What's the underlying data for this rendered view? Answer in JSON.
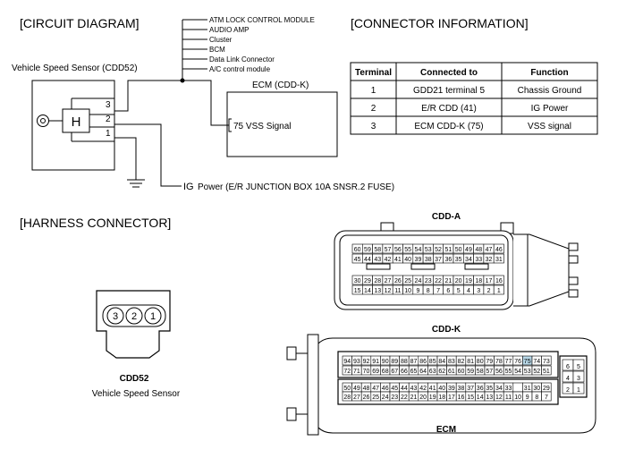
{
  "sections": {
    "circuit_diagram": "[CIRCUIT DIAGRAM]",
    "connector_information": "[CONNECTOR INFORMATION]",
    "harness_connector": "[HARNESS CONNECTOR]"
  },
  "circuit": {
    "sensor_label": "Vehicle Speed Sensor (CDD52)",
    "sensor_symbol": "H",
    "sensor_pins": [
      "3",
      "2",
      "1"
    ],
    "ecm_label": "ECM (CDD-K)",
    "ecm_pin_label": "75 VSS Signal",
    "branch_modules": [
      "ATM LOCK CONTROL MODULE",
      "AUDIO AMP",
      "Cluster",
      "BCM",
      "Data Link Connector",
      "A/C control module"
    ],
    "ig_prefix": "IG",
    "ig_power": "Power (E/R JUNCTION BOX 10A SNSR.2 FUSE)"
  },
  "connector_table": {
    "headers": [
      "Terminal",
      "Connected to",
      "Function"
    ],
    "rows": [
      [
        "1",
        "GDD21 terminal 5",
        "Chassis Ground"
      ],
      [
        "2",
        "E/R CDD (41)",
        "IG Power"
      ],
      [
        "3",
        "ECM CDD-K (75)",
        "VSS signal"
      ]
    ]
  },
  "harness": {
    "cdd52_pins": [
      "3",
      "2",
      "1"
    ],
    "cdd52_label": "CDD52",
    "cdd52_desc": "Vehicle Speed Sensor",
    "cdda_title": "CDD-A",
    "cdda_rows": [
      [
        "60",
        "59",
        "58",
        "57",
        "56",
        "55",
        "54",
        "53",
        "52",
        "51",
        "50",
        "49",
        "48",
        "47",
        "46"
      ],
      [
        "45",
        "44",
        "43",
        "42",
        "41",
        "40",
        "39",
        "38",
        "37",
        "36",
        "35",
        "34",
        "33",
        "32",
        "31"
      ],
      [
        "30",
        "29",
        "28",
        "27",
        "26",
        "25",
        "24",
        "23",
        "22",
        "21",
        "20",
        "19",
        "18",
        "17",
        "16"
      ],
      [
        "15",
        "14",
        "13",
        "12",
        "11",
        "10",
        "9",
        "8",
        "7",
        "6",
        "5",
        "4",
        "3",
        "2",
        "1"
      ]
    ],
    "cddk_title": "CDD-K",
    "cddk_rows": [
      [
        "94",
        "93",
        "92",
        "91",
        "90",
        "89",
        "88",
        "87",
        "86",
        "85",
        "84",
        "83",
        "82",
        "81",
        "80",
        "79",
        "78",
        "77",
        "76",
        "75",
        "74",
        "73"
      ],
      [
        "72",
        "71",
        "70",
        "69",
        "68",
        "67",
        "66",
        "65",
        "64",
        "63",
        "62",
        "61",
        "60",
        "59",
        "58",
        "57",
        "56",
        "55",
        "54",
        "53",
        "52",
        "51"
      ],
      [
        "50",
        "49",
        "48",
        "47",
        "46",
        "45",
        "44",
        "43",
        "42",
        "41",
        "40",
        "39",
        "38",
        "37",
        "36",
        "35",
        "34",
        "33",
        "",
        "31",
        "30",
        "29"
      ],
      [
        "28",
        "27",
        "26",
        "25",
        "24",
        "23",
        "22",
        "21",
        "20",
        "19",
        "18",
        "17",
        "16",
        "15",
        "14",
        "13",
        "12",
        "11",
        "10",
        "9",
        "8",
        "7"
      ]
    ],
    "cddk_side": [
      [
        "6",
        "5"
      ],
      [
        "4",
        "3"
      ],
      [
        "2",
        "1"
      ]
    ],
    "cddk_highlight": "75",
    "highlight_color": "#b8d8e8",
    "ecm_label": "ECM"
  }
}
